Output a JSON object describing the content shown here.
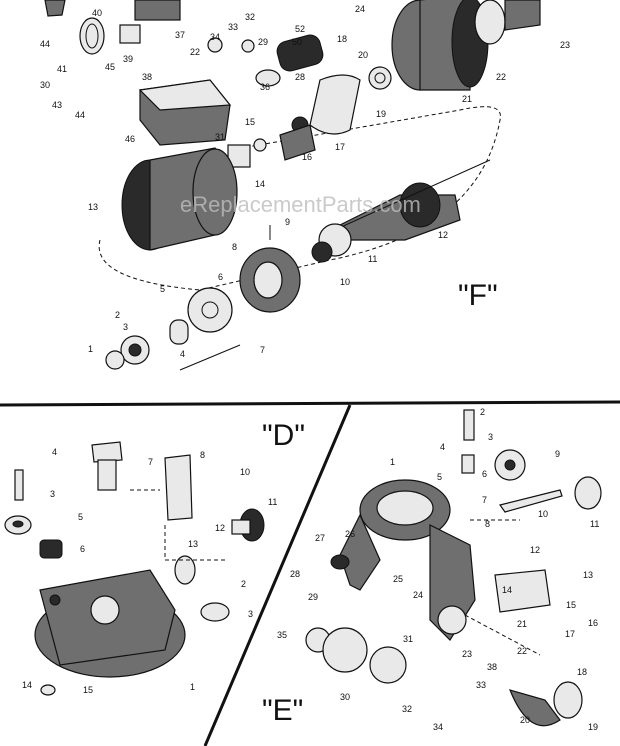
{
  "watermark": "eReplacementParts.com",
  "sections": {
    "F": {
      "label": "\"F\"",
      "parts": [
        "44",
        "40",
        "39",
        "37",
        "34",
        "32",
        "33",
        "52",
        "50",
        "28",
        "18",
        "22",
        "29",
        "41",
        "30",
        "45",
        "38",
        "43",
        "36",
        "44",
        "46",
        "31",
        "15",
        "16",
        "17",
        "14",
        "13",
        "9",
        "12",
        "8",
        "11",
        "10",
        "6",
        "5",
        "4",
        "2",
        "3",
        "1",
        "7",
        "24",
        "20",
        "19",
        "21",
        "22",
        "23"
      ]
    },
    "D": {
      "label": "\"D\"",
      "parts": [
        "4",
        "7",
        "8",
        "10",
        "3",
        "5",
        "11",
        "12",
        "13",
        "6",
        "2",
        "3",
        "1",
        "14",
        "15"
      ]
    },
    "E": {
      "label": "\"E\"",
      "parts": [
        "2",
        "3",
        "4",
        "1",
        "9",
        "5",
        "6",
        "7",
        "8",
        "10",
        "11",
        "27",
        "26",
        "28",
        "25",
        "24",
        "29",
        "12",
        "13",
        "14",
        "15",
        "35",
        "21",
        "16",
        "17",
        "31",
        "23",
        "22",
        "38",
        "33",
        "32",
        "34",
        "30",
        "18",
        "20",
        "19"
      ]
    }
  }
}
